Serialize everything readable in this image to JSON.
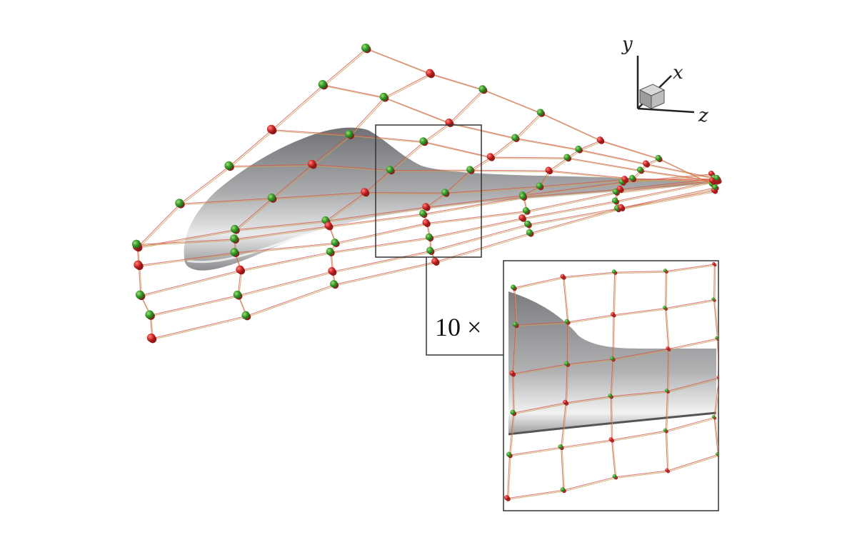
{
  "axes": {
    "y": "y",
    "x": "x",
    "z": "z"
  },
  "zoom": {
    "label": "10 ×"
  },
  "colors": {
    "background": "#ffffff",
    "lattice_red": "#d9534f",
    "lattice_tan": "#c9a45a",
    "control_point_green": "#3a9a2a",
    "control_point_red": "#d22b2b",
    "surface_light": "#f5f5f5",
    "surface_dark": "#7d7f82",
    "frame": "#333333"
  },
  "icons": {
    "axis_triad": "axis-triad-icon",
    "cube": "cube-icon"
  }
}
